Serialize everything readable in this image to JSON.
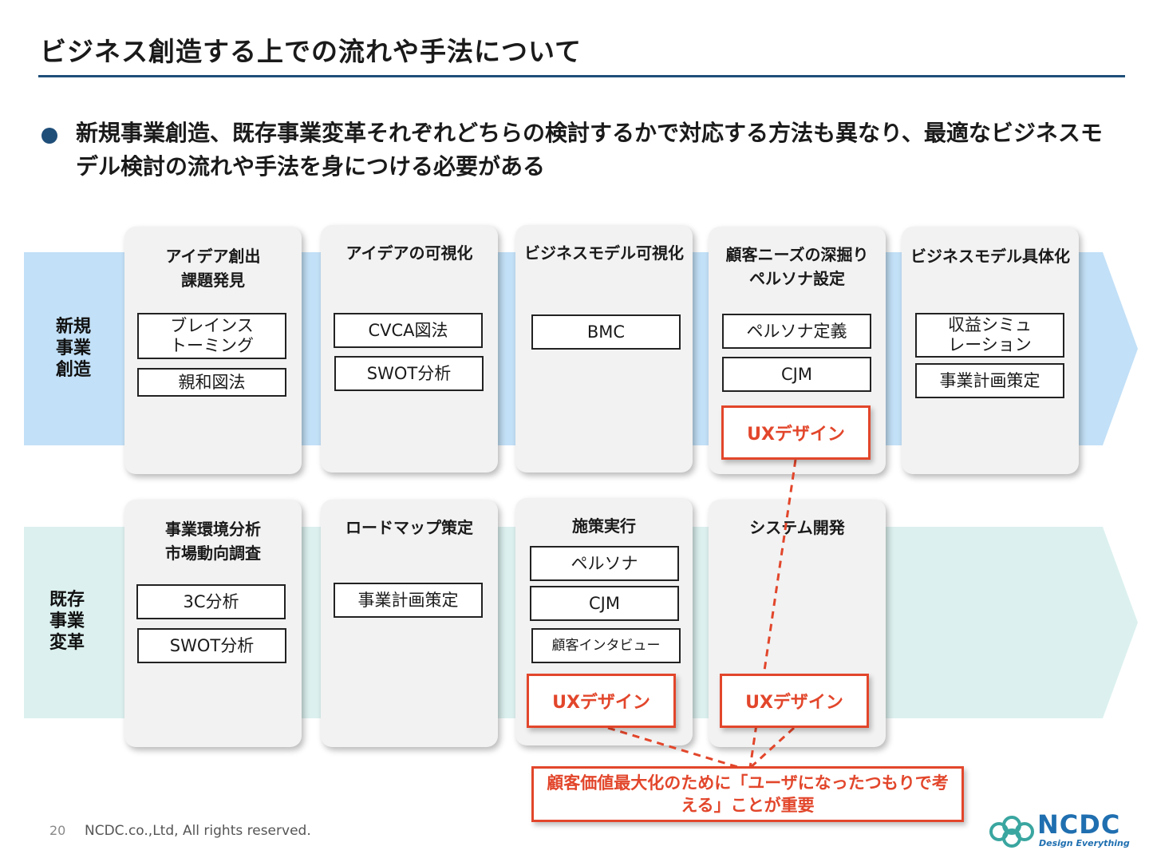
{
  "title": "ビジネス創造する上での流れや手法について",
  "bullet": "新規事業創造、既存事業変革それぞれどちらの検討するかで対応する方法も異なり、最適なビジネスモデル検討の流れや手法を身につける必要がある",
  "colors": {
    "accent": "#1f4e79",
    "highlight": "#e2462b",
    "band_new": "#c2e0f7",
    "band_existing": "#dcf1ef",
    "card": "#f2f2f2"
  },
  "rows": {
    "new": {
      "label": "新規\n事業\n創造",
      "cards": [
        {
          "title": "アイデア創出\n課題発見",
          "tags": [
            "ブレインス\nトーミング",
            "親和図法"
          ]
        },
        {
          "title": "アイデアの可視化",
          "tags": [
            "CVCA図法",
            "SWOT分析"
          ]
        },
        {
          "title": "ビジネスモデル可視化",
          "tags": [
            "BMC"
          ]
        },
        {
          "title": "顧客ニーズの深掘り\nペルソナ設定",
          "tags": [
            "ペルソナ定義",
            "CJM"
          ],
          "ux": "UXデザイン"
        },
        {
          "title": "ビジネスモデル具体化",
          "tags": [
            "収益シミュ\nレーション",
            "事業計画策定"
          ]
        }
      ]
    },
    "existing": {
      "label": "既存\n事業\n変革",
      "cards": [
        {
          "title": "事業環境分析\n市場動向調査",
          "tags": [
            "3C分析",
            "SWOT分析"
          ]
        },
        {
          "title": "ロードマップ策定",
          "tags": [
            "事業計画策定"
          ]
        },
        {
          "title": "施策実行",
          "tags": [
            "ペルソナ",
            "CJM",
            "顧客インタビュー"
          ],
          "ux": "UXデザイン"
        },
        {
          "title": "システム開発",
          "tags": [],
          "ux": "UXデザイン"
        }
      ]
    }
  },
  "callout": "顧客価値最大化のために「ユーザになったつもりで考える」ことが重要",
  "footer": {
    "page": "20",
    "copyright": "NCDC.co.,Ltd, All rights reserved."
  },
  "logo": {
    "word": "NCDC",
    "tagline": "Design Everything",
    "icon": "ncdc-knot-logo-icon"
  }
}
